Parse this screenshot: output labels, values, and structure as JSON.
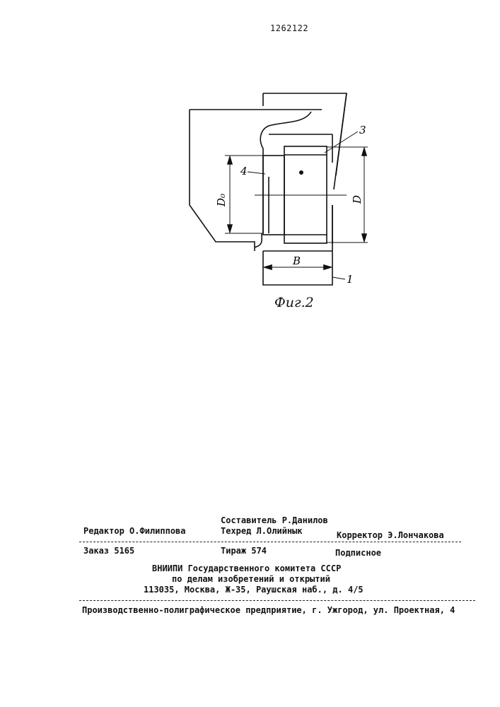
{
  "header": {
    "patent_number": "1262122"
  },
  "figure": {
    "caption": "Фиг.2",
    "labels": {
      "part_1": "1",
      "part_3": "3",
      "part_4": "4",
      "dim_D0": "D₀",
      "dim_D": "D",
      "dim_B": "B"
    }
  },
  "imprint": {
    "compiler": "Составитель Р.Данилов",
    "editor": "Редактор О.Филиппова",
    "techred": "Техред Л.Олийнык",
    "corrector": "Корректор Э.Лончакова",
    "order": "Заказ 5165",
    "circulation": "Тираж 574",
    "subscription": "Подписное",
    "institute_line1": "ВНИИПИ Государственного комитета СССР",
    "institute_line2": "по делам изобретений и открытий",
    "institute_line3": "113035, Москва, Ж-35, Раушская наб., д. 4/5",
    "printer": "Производственно-полиграфическое предприятие, г. Ужгород, ул. Проектная, 4"
  }
}
